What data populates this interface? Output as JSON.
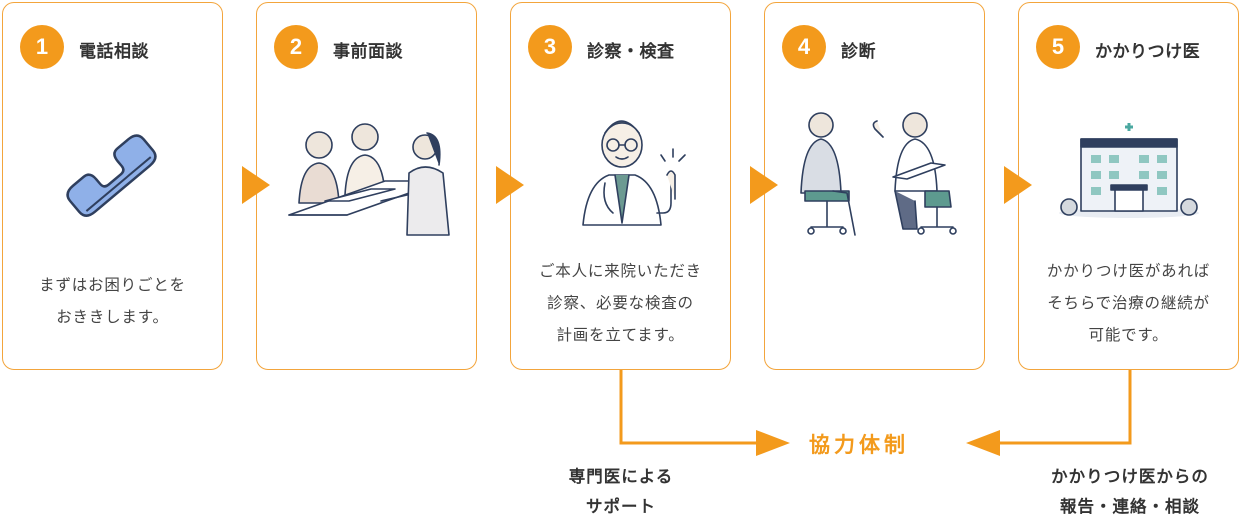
{
  "steps": [
    {
      "number": "1",
      "title": "電話相談",
      "desc": [
        "まずはお困りごとを",
        "おききします。"
      ]
    },
    {
      "number": "2",
      "title": "事前面談",
      "desc": []
    },
    {
      "number": "3",
      "title": "診察・検査",
      "desc": [
        "ご本人に来院いただき",
        "診察、必要な検査の",
        "計画を立てます。"
      ]
    },
    {
      "number": "4",
      "title": "診断",
      "desc": []
    },
    {
      "number": "5",
      "title": "かかりつけ医",
      "desc": [
        "かかりつけ医があれば",
        "そちらで治療の継続が",
        "可能です。"
      ]
    }
  ],
  "cooperation": {
    "center": "協力体制",
    "left_lines": [
      "専門医による",
      "サポート"
    ],
    "right_lines": [
      "かかりつけ医からの",
      "報告・連絡・相談"
    ]
  },
  "colors": {
    "accent": "#f39a1c",
    "border": "#f3a53c",
    "text": "#333333"
  },
  "icons": [
    "phone-icon",
    "interview-icon",
    "doctor-icon",
    "diagnosis-icon",
    "clinic-icon"
  ]
}
